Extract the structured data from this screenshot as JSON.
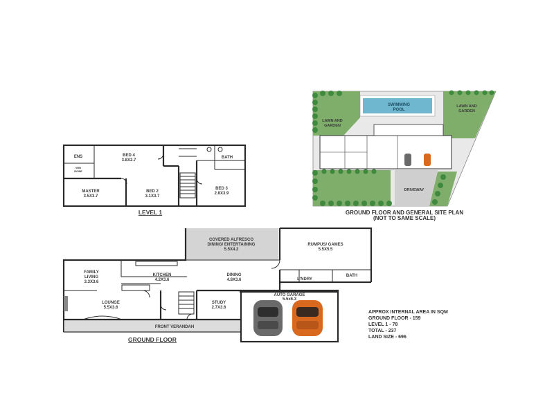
{
  "level1": {
    "title": "LEVEL 1",
    "rooms": [
      {
        "name": "ENS",
        "dims": ""
      },
      {
        "name": "BED 4",
        "dims": "3.8X2.7"
      },
      {
        "name": "BATH",
        "dims": ""
      },
      {
        "name": "WIN",
        "dims": "ROBE"
      },
      {
        "name": "MASTER",
        "dims": "3.5X3.7"
      },
      {
        "name": "BED 2",
        "dims": "3.1X3.7"
      },
      {
        "name": "BED 3",
        "dims": "2.8X3.9"
      }
    ]
  },
  "site_plan": {
    "title_line1": "GROUND FLOOR AND GENERAL SITE PLAN",
    "title_line2": "(NOT TO SAME SCALE)",
    "labels": {
      "pool_line1": "SWIMMING",
      "pool_line2": "POOL",
      "lawn_right_line1": "LAWN AND",
      "lawn_right_line2": "GARDEN",
      "lawn_left_line1": "LAWN AND",
      "lawn_left_line2": "GARDEN",
      "driveway": "DRIVEWAY"
    }
  },
  "ground_floor": {
    "title": "GROUND FLOOR",
    "rooms": [
      {
        "name": "COVERED ALFRESCO",
        "name2": "DINING/ ENTERTAINING",
        "dims": "5.5X4.2"
      },
      {
        "name": "RUMPUS/ GAMES",
        "name2": "",
        "dims": "5.5X5.5"
      },
      {
        "name": "FAMILY",
        "name2": "LIVING",
        "dims": "3.3X3.6"
      },
      {
        "name": "KITCHEN",
        "name2": "",
        "dims": "4.2X3.6"
      },
      {
        "name": "DINING",
        "name2": "",
        "dims": "4.8X3.6"
      },
      {
        "name": "L'NDRY",
        "name2": "",
        "dims": ""
      },
      {
        "name": "BATH",
        "name2": "",
        "dims": ""
      },
      {
        "name": "LOUNGE",
        "name2": "",
        "dims": "5.5X3.6"
      },
      {
        "name": "STUDY",
        "name2": "",
        "dims": "2.7X3.6"
      },
      {
        "name": "AUTO GARAGE",
        "name2": "",
        "dims": "5.5x6.3"
      },
      {
        "name": "FRONT VERANDAH",
        "name2": "",
        "dims": ""
      }
    ]
  },
  "area_summary": {
    "lines": [
      "APPROX INTERNAL AREA IN SQM",
      "GROUND FLOOR - 159",
      "LEVEL 1 - 78",
      "TOTAL - 237",
      "LAND SIZE - 696"
    ]
  },
  "colors": {
    "wall": "#2a2a2a",
    "lawn": "#7fae6a",
    "hedge": "#3f8a3f",
    "pool": "#6fb6cf",
    "paving": "#d8d8d8",
    "alfresco": "#d4d4d4",
    "car_grey": "#6a6a6a",
    "car_orange": "#d9691f"
  }
}
